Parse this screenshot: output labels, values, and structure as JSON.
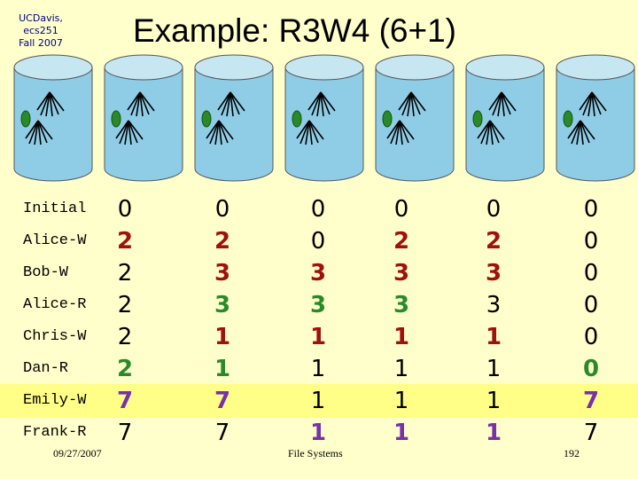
{
  "header": {
    "affiliation_line1": "UCDavis, ecs251",
    "affiliation_line2": "Fall 2007",
    "title": "Example: R3W4 (6+1)"
  },
  "servers": [
    "server-1",
    "server-2",
    "server-3",
    "server-4",
    "server-5",
    "server-6",
    "server-7"
  ],
  "colors": {
    "background": "#ffffcc",
    "highlight_band": "#ffff88",
    "cylinder_fill": "#8fcde6",
    "cylinder_top": "#c6e6f1",
    "black": "#000000",
    "red": "#a01010",
    "green": "#2a8a2a",
    "purple": "#7a30a8",
    "leaf": "#2a8a2a"
  },
  "rows": [
    {
      "label": "Initial",
      "cells": [
        {
          "v": "0",
          "c": "black",
          "b": false
        },
        {
          "v": "0",
          "c": "black",
          "b": false
        },
        {
          "v": "0",
          "c": "black",
          "b": false
        },
        {
          "v": "0",
          "c": "black",
          "b": false
        },
        {
          "v": "0",
          "c": "black",
          "b": false
        },
        {
          "v": "0",
          "c": "black",
          "b": false
        }
      ]
    },
    {
      "label": "Alice-W",
      "cells": [
        {
          "v": "2",
          "c": "red",
          "b": true
        },
        {
          "v": "2",
          "c": "red",
          "b": true
        },
        {
          "v": "0",
          "c": "black",
          "b": false
        },
        {
          "v": "2",
          "c": "red",
          "b": true
        },
        {
          "v": "2",
          "c": "red",
          "b": true
        },
        {
          "v": "0",
          "c": "black",
          "b": false
        }
      ]
    },
    {
      "label": "Bob-W",
      "cells": [
        {
          "v": "2",
          "c": "black",
          "b": false
        },
        {
          "v": "3",
          "c": "red",
          "b": true
        },
        {
          "v": "3",
          "c": "red",
          "b": true
        },
        {
          "v": "3",
          "c": "red",
          "b": true
        },
        {
          "v": "3",
          "c": "red",
          "b": true
        },
        {
          "v": "0",
          "c": "black",
          "b": false
        }
      ]
    },
    {
      "label": "Alice-R",
      "cells": [
        {
          "v": "2",
          "c": "black",
          "b": false
        },
        {
          "v": "3",
          "c": "green",
          "b": true
        },
        {
          "v": "3",
          "c": "green",
          "b": true
        },
        {
          "v": "3",
          "c": "green",
          "b": true
        },
        {
          "v": "3",
          "c": "black",
          "b": false
        },
        {
          "v": "0",
          "c": "black",
          "b": false
        }
      ]
    },
    {
      "label": "Chris-W",
      "cells": [
        {
          "v": "2",
          "c": "black",
          "b": false
        },
        {
          "v": "1",
          "c": "red",
          "b": true
        },
        {
          "v": "1",
          "c": "red",
          "b": true
        },
        {
          "v": "1",
          "c": "red",
          "b": true
        },
        {
          "v": "1",
          "c": "red",
          "b": true
        },
        {
          "v": "0",
          "c": "black",
          "b": false
        }
      ]
    },
    {
      "label": "Dan-R",
      "cells": [
        {
          "v": "2",
          "c": "green",
          "b": true
        },
        {
          "v": "1",
          "c": "green",
          "b": true
        },
        {
          "v": "1",
          "c": "black",
          "b": false
        },
        {
          "v": "1",
          "c": "black",
          "b": false
        },
        {
          "v": "1",
          "c": "black",
          "b": false
        },
        {
          "v": "0",
          "c": "green",
          "b": true
        }
      ]
    },
    {
      "label": "Emily-W",
      "highlight": true,
      "cells": [
        {
          "v": "7",
          "c": "purple",
          "b": true
        },
        {
          "v": "7",
          "c": "purple",
          "b": true
        },
        {
          "v": "1",
          "c": "black",
          "b": false
        },
        {
          "v": "1",
          "c": "black",
          "b": false
        },
        {
          "v": "1",
          "c": "black",
          "b": false
        },
        {
          "v": "7",
          "c": "purple",
          "b": true
        }
      ]
    },
    {
      "label": "Frank-R",
      "cells": [
        {
          "v": "7",
          "c": "black",
          "b": false
        },
        {
          "v": "7",
          "c": "black",
          "b": false
        },
        {
          "v": "1",
          "c": "purple",
          "b": true
        },
        {
          "v": "1",
          "c": "purple",
          "b": true
        },
        {
          "v": "1",
          "c": "purple",
          "b": true
        },
        {
          "v": "7",
          "c": "black",
          "b": false
        }
      ]
    }
  ],
  "footer": {
    "date": "09/27/2007",
    "topic": "File Systems",
    "page": "192"
  }
}
